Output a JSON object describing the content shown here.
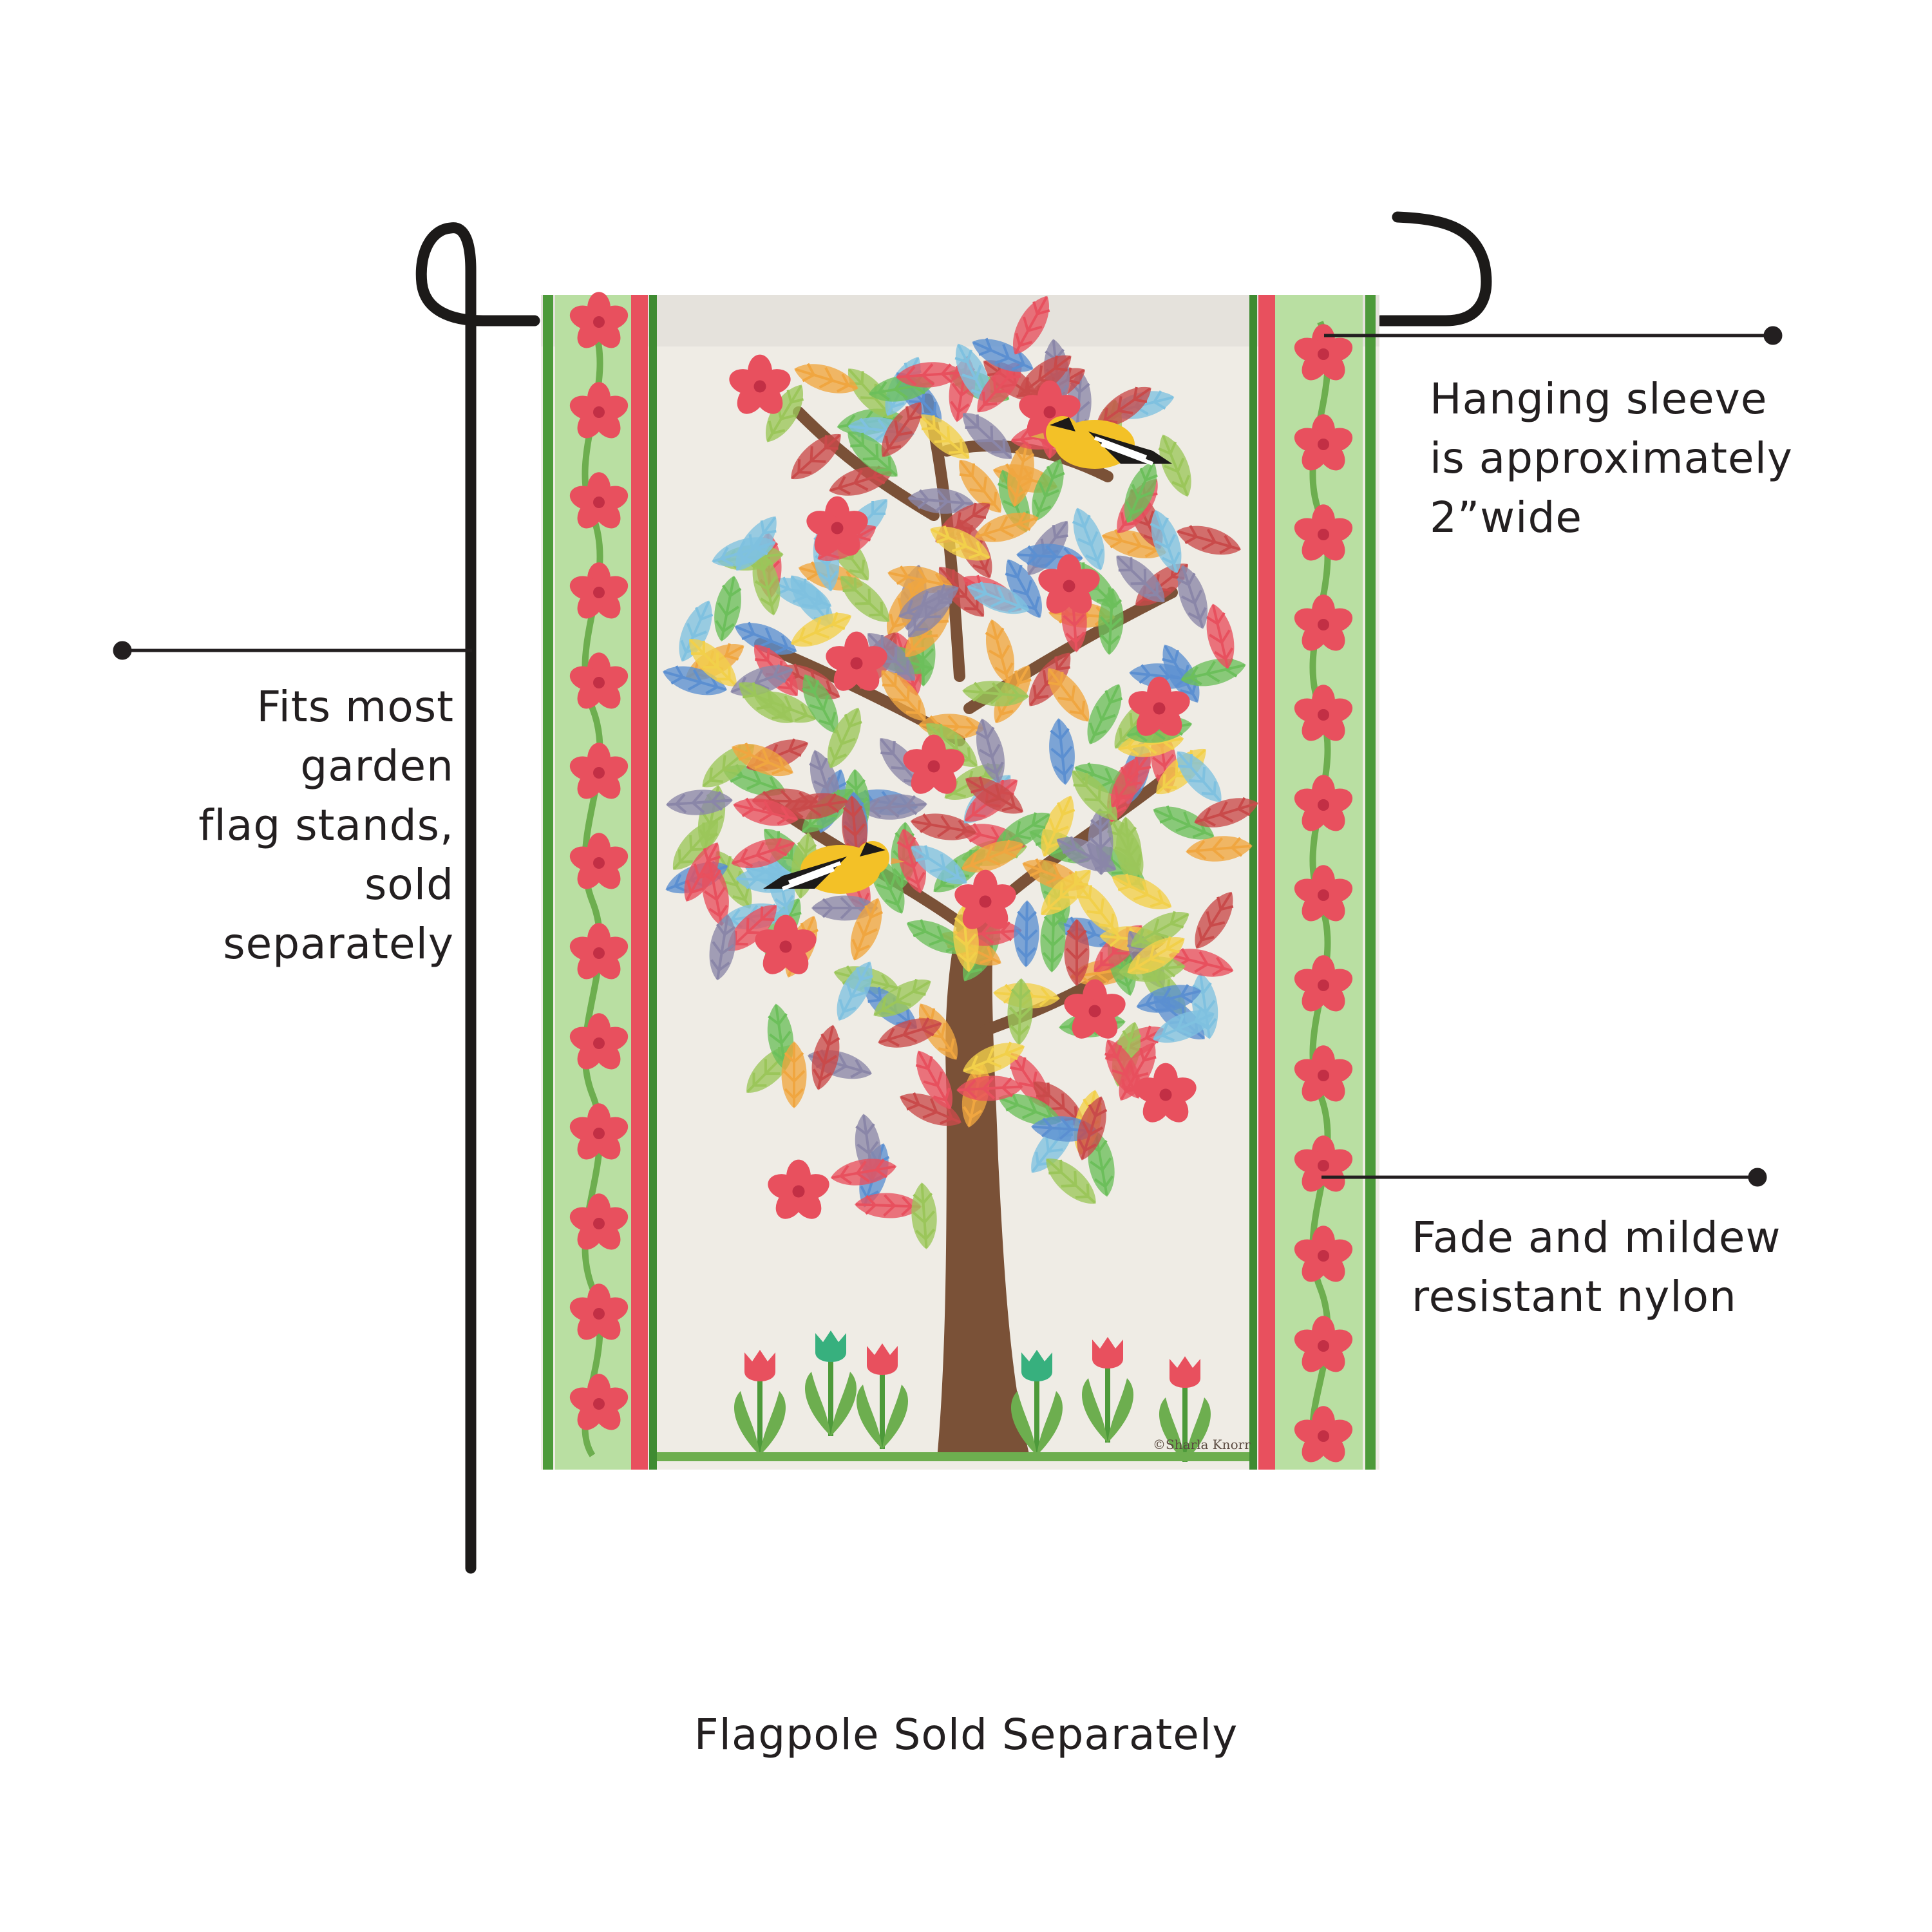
{
  "callouts": {
    "sleeve": {
      "lines": [
        "Hanging sleeve",
        "is approximately",
        "2”wide"
      ]
    },
    "stands": {
      "lines": [
        "Fits most garden",
        "flag stands, sold",
        "separately"
      ]
    },
    "nylon": {
      "lines": [
        "Fade and mildew",
        "resistant nylon"
      ]
    },
    "pole": {
      "text": "Flagpole Sold Separately"
    }
  },
  "flag": {
    "signature": "©Sharla Knorr",
    "colors": {
      "background": "#efece5",
      "border_green": "#8fca72",
      "stripe_red": "#e8505e",
      "trunk": "#7a5137",
      "pole": "#1c1a19"
    },
    "icons": [
      "tree-icon",
      "leaf-icon",
      "flower-icon",
      "bird-icon",
      "tulip-icon"
    ]
  }
}
